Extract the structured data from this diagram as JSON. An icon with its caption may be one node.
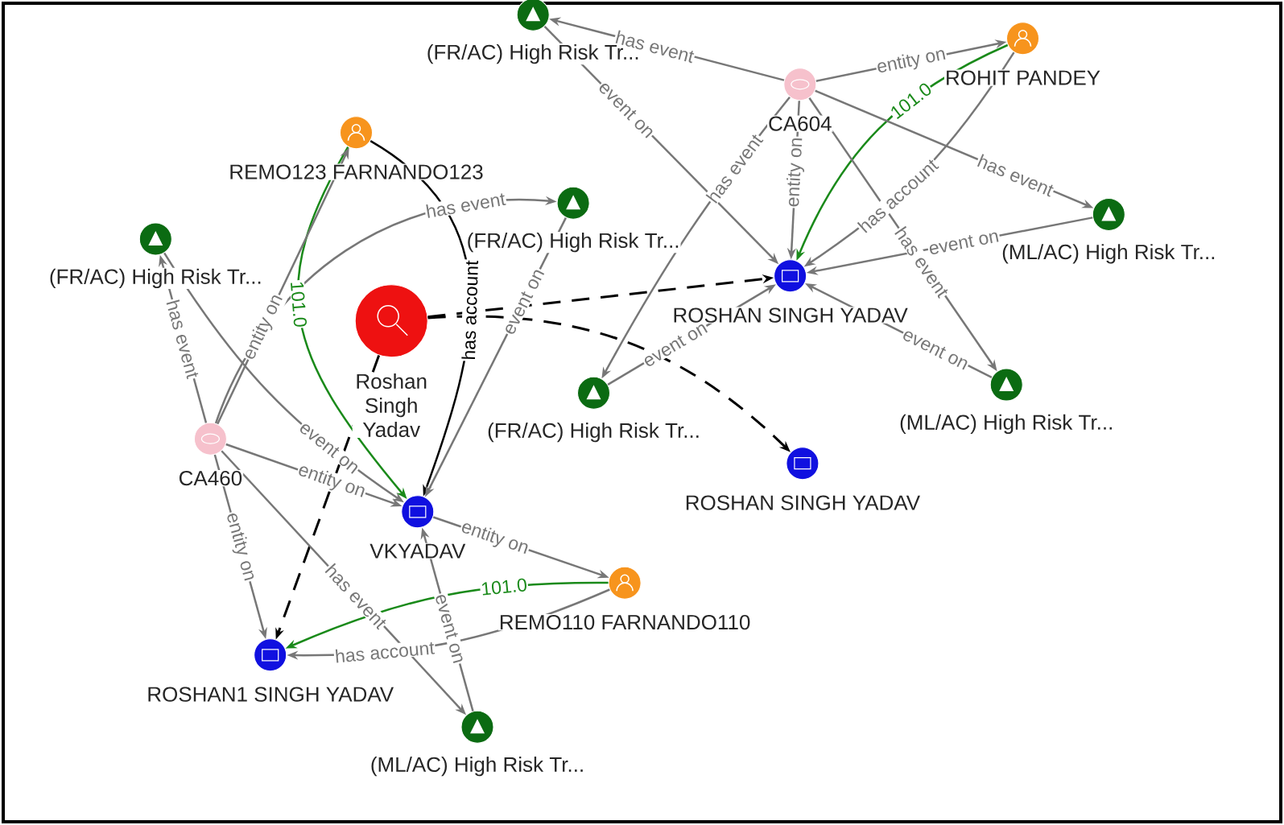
{
  "diagram": {
    "nodes": [
      {
        "text": [
          "(FR/AC) High Risk Tr..."
        ]
      },
      {
        "text": [
          "ROHIT PANDEY"
        ]
      },
      {
        "text": [
          "CA604"
        ]
      },
      {
        "text": [
          "REMO123 FARNANDO123"
        ]
      },
      {
        "text": [
          "(FR/AC) High Risk Tr..."
        ]
      },
      {
        "text": [
          "(ML/AC) High Risk Tr..."
        ]
      },
      {
        "text": [
          "(FR/AC) High Risk Tr..."
        ]
      },
      {
        "text": [
          "ROSHAN SINGH YADAV"
        ]
      },
      {
        "text": [
          "Roshan Singh Yadav"
        ]
      },
      {
        "text": [
          "(FR/AC) High Risk Tr..."
        ]
      },
      {
        "text": [
          "(ML/AC) High Risk Tr..."
        ]
      },
      {
        "text": [
          "CA460"
        ]
      },
      {
        "text": [
          "ROSHAN SINGH YADAV"
        ]
      },
      {
        "text": [
          "VKYADAV"
        ]
      },
      {
        "text": [
          "REMO110 FARNANDO110"
        ]
      },
      {
        "text": [
          "ROSHAN1 SINGH YADAV"
        ]
      },
      {
        "text": [
          "(ML/AC) High Risk Tr..."
        ]
      }
    ],
    "edges": [
      {
        "from": 2,
        "to": 0,
        "arrow": "to",
        "label": "has event"
      },
      {
        "from": 2,
        "to": 1,
        "arrow": "to",
        "label": "entity on"
      },
      {
        "from": 1,
        "to": 7,
        "arrow": "to",
        "label": "101.0",
        "color": "#1a8a1a"
      },
      {
        "from": 1,
        "to": 7,
        "arrow": "to",
        "label": "has account"
      },
      {
        "from": 2,
        "to": 5,
        "arrow": "to",
        "label": "has event"
      },
      {
        "from": 2,
        "to": 7,
        "arrow": "to",
        "label": "entity on"
      },
      {
        "from": 2,
        "to": 9,
        "arrow": "to",
        "label": "has event"
      },
      {
        "from": 2,
        "to": 10,
        "arrow": "to",
        "label": "has event"
      },
      {
        "from": 0,
        "to": 7,
        "arrow": "to",
        "label": "event on"
      },
      {
        "from": 5,
        "to": 7,
        "arrow": "to",
        "label": "event on"
      },
      {
        "from": 10,
        "to": 7,
        "arrow": "to",
        "label": "event on"
      },
      {
        "from": 9,
        "to": 7,
        "arrow": "to",
        "label": "event on"
      },
      {
        "from": 8,
        "to": 7,
        "arrow": "to",
        "style": "dashed",
        "color": "#000000"
      },
      {
        "from": 8,
        "to": 12,
        "arrow": "to",
        "style": "dashed",
        "color": "#000000"
      },
      {
        "from": 8,
        "to": 15,
        "arrow": "to",
        "style": "dashed",
        "color": "#000000"
      },
      {
        "from": 3,
        "to": 13,
        "arrow": "to",
        "label": "has account",
        "color": "#000000"
      },
      {
        "from": 3,
        "to": 13,
        "arrow": "to",
        "label": "101.0",
        "color": "#1a8a1a"
      },
      {
        "from": 11,
        "to": 6,
        "arrow": "to",
        "label": "has event"
      },
      {
        "from": 11,
        "to": 3,
        "arrow": "to",
        "label": "entity on"
      },
      {
        "from": 6,
        "to": 13,
        "arrow": "to",
        "label": "event on"
      },
      {
        "from": 11,
        "to": 13,
        "arrow": "to",
        "label": "entity on"
      },
      {
        "from": 11,
        "to": 15,
        "arrow": "to",
        "label": "entity on"
      },
      {
        "from": 11,
        "to": 16,
        "arrow": "to",
        "label": "has event"
      },
      {
        "from": 11,
        "to": 4,
        "arrow": "to",
        "label": "has event"
      },
      {
        "from": 4,
        "to": 13,
        "arrow": "to",
        "label": "event on"
      },
      {
        "from": 13,
        "to": 14,
        "arrow": "to",
        "label": "entity on"
      },
      {
        "from": 14,
        "to": 15,
        "arrow": "to",
        "label": "101.0",
        "color": "#1a8a1a"
      },
      {
        "from": 14,
        "to": 15,
        "arrow": "to",
        "label": "has account"
      },
      {
        "from": 16,
        "to": 13,
        "arrow": "to",
        "label": "event on"
      }
    ]
  }
}
